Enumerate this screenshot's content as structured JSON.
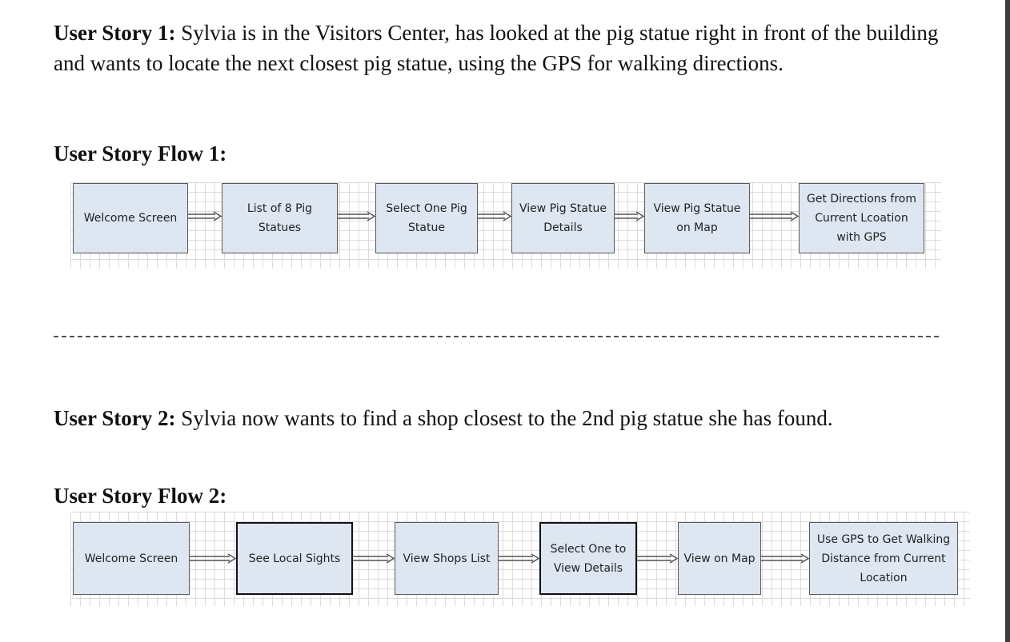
{
  "story1": {
    "label": "User Story 1:",
    "text": " Sylvia is in the Visitors Center, has looked at the pig statue right in front of the building and wants to locate the next closest pig statue, using the GPS for walking directions."
  },
  "flow1": {
    "heading": "User Story Flow 1:",
    "steps": [
      "Welcome Screen",
      "List of 8 Pig Statues",
      "Select One Pig Statue",
      "View Pig Statue Details",
      "View Pig Statue on Map",
      "Get Directions from Current Lcoation with GPS"
    ]
  },
  "story2": {
    "label": "User Story 2:",
    "text": " Sylvia now wants to find a shop closest to the 2nd pig statue she has found."
  },
  "flow2": {
    "heading": "User Story Flow 2:",
    "steps": [
      "Welcome Screen",
      "See Local Sights",
      "View Shops List",
      "Select One to View Details",
      "View on Map",
      "Use GPS to Get Walking Distance from Current Location"
    ]
  }
}
